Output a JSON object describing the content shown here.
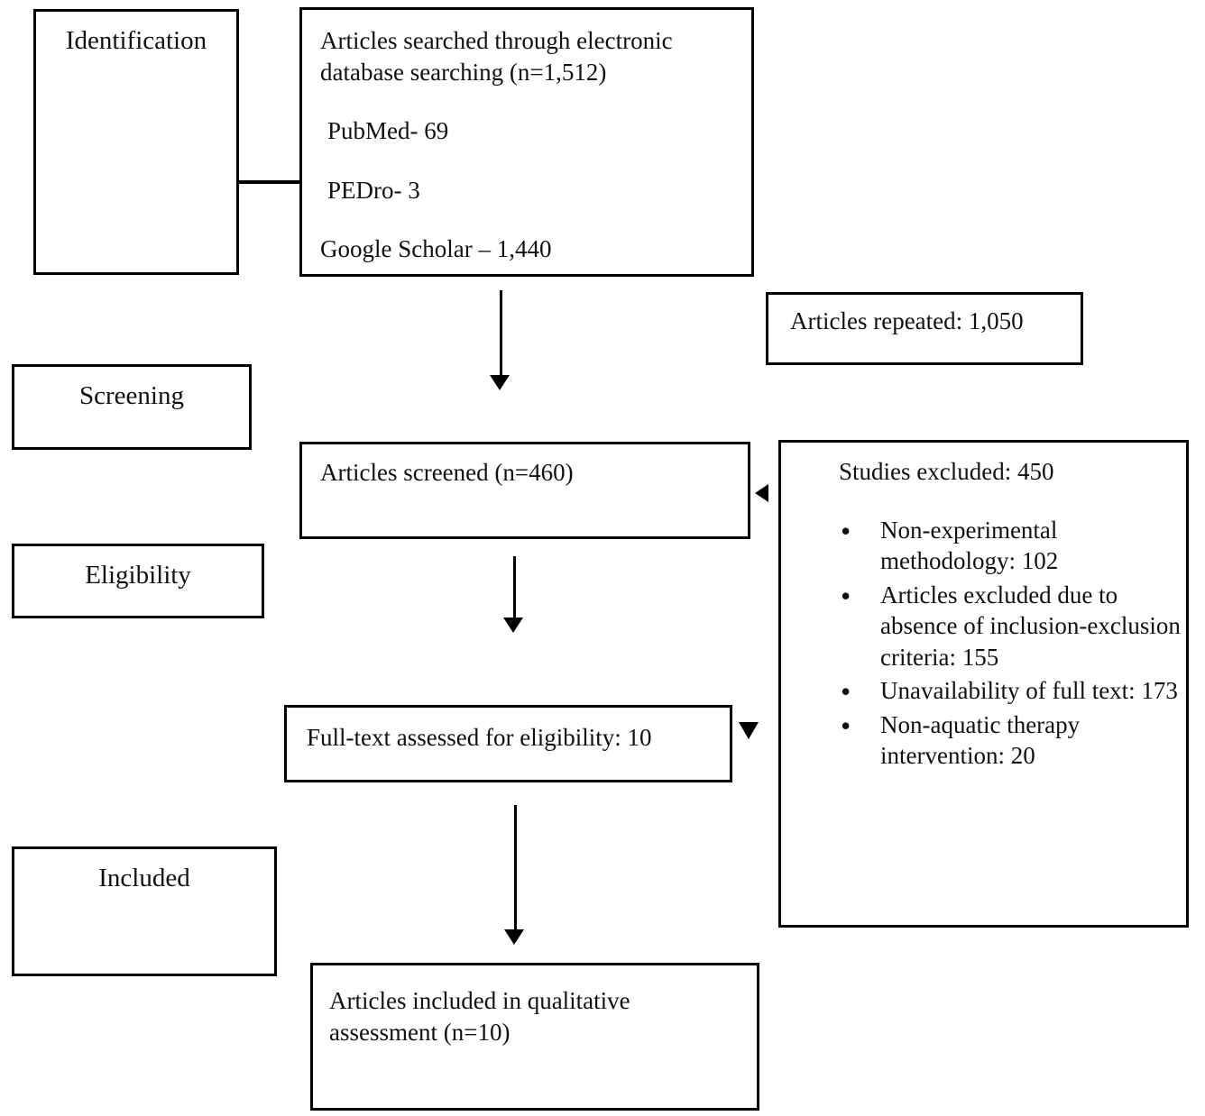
{
  "flowchart": {
    "stages": {
      "identification": "Identification",
      "screening": "Screening",
      "eligibility": "Eligibility",
      "included": "Included"
    },
    "boxes": {
      "search": {
        "summary": "Articles searched through electronic database searching (n=1,512)",
        "sources": [
          "PubMed- 69",
          "PEDro- 3",
          "Google Scholar – 1,440"
        ]
      },
      "repeated": {
        "text": "Articles repeated: 1,050"
      },
      "screened": {
        "text": "Articles screened (n=460)"
      },
      "excluded": {
        "title": "Studies excluded: 450",
        "items": [
          "Non-experimental methodology: 102",
          "Articles excluded due to absence of inclusion-exclusion criteria: 155",
          "Unavailability of full text: 173",
          "Non-aquatic therapy intervention: 20"
        ]
      },
      "fulltext": {
        "text": "Full-text assessed for eligibility: 10"
      },
      "final": {
        "text": "Articles included in qualitative assessment (n=10)"
      }
    },
    "colors": {
      "border": "#000000",
      "background": "#ffffff",
      "text": "#111111"
    }
  }
}
